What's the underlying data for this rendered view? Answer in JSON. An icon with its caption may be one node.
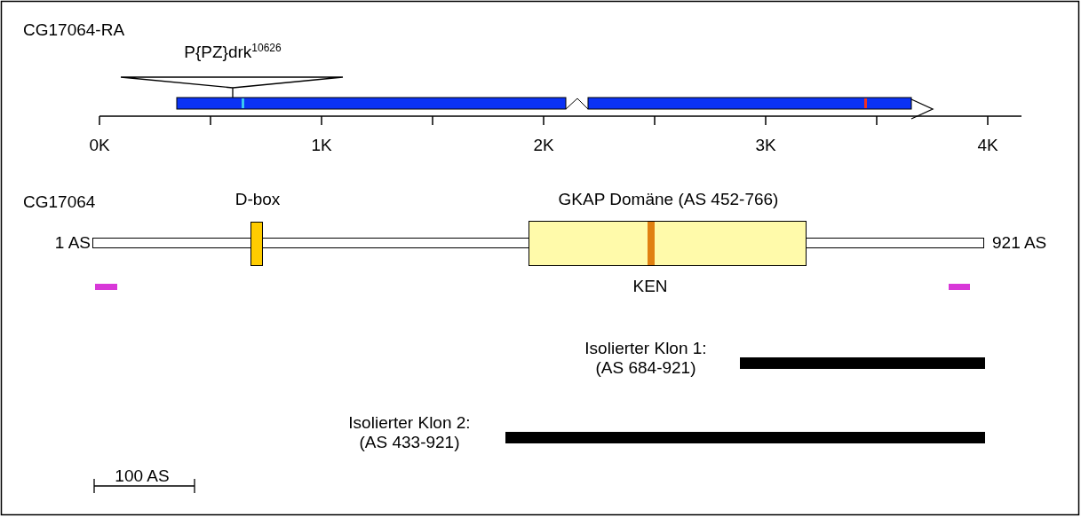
{
  "diagram": {
    "nodes": [
      {
        "text": [],
        "shape": "bar",
        "beside": [
          "1 AS",
          "921 AS"
        ]
      },
      {
        "text": [
          "D-box"
        ]
      },
      {
        "text": [
          "GKAP Domäne (AS 452-766)"
        ],
        "beside": [
          "KEN"
        ]
      }
    ],
    "edges": [],
    "labels": [
      "CG17064-RA",
      "P{PZ}drk$^{10626}$",
      "0K",
      "1K",
      "2K",
      "3K",
      "4K",
      "CG17064",
      "Isolierter Klon 1: (AS 684-921)",
      "Isolierter Klon 2: (AS 433-921)",
      "100 AS"
    ]
  }
}
